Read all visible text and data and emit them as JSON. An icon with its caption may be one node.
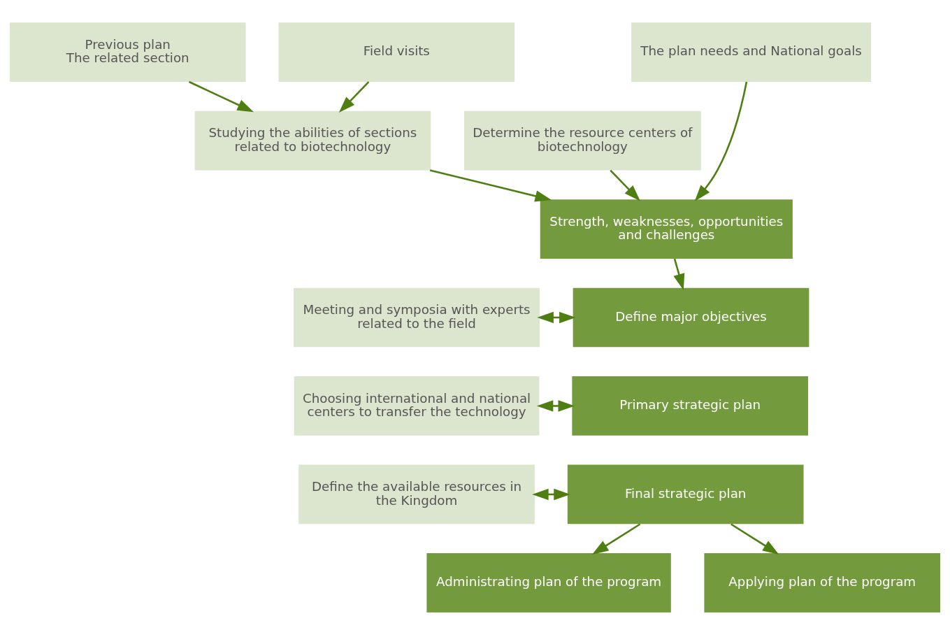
{
  "diagram": {
    "nodes": [
      {
        "text": [
          "Previous plan",
          "The related section"
        ]
      },
      {
        "text": [
          "Field visits"
        ]
      },
      {
        "text": [
          "The plan needs and National goals"
        ]
      },
      {
        "text": [
          "Studying the abilities of sections related to biotechnology"
        ]
      },
      {
        "text": [
          "Strength, weaknesses, opportunities and challenges"
        ]
      },
      {
        "text": [
          "Determine the resource centers of biotechnology"
        ]
      },
      {
        "text": [
          "Meeting and symposia with experts related to the field"
        ]
      },
      {
        "text": [
          "Define major objectives"
        ]
      },
      {
        "text": [
          "Choosing international and national centers to transfer the technology"
        ]
      },
      {
        "text": [
          "Primary strategic plan"
        ]
      },
      {
        "text": [
          "Define the available resources in the Kingdom"
        ]
      },
      {
        "text": [
          "Final strategic plan"
        ]
      },
      {
        "text": [
          "Administrating plan of the program"
        ]
      },
      {
        "text": [
          "Applying plan of the program"
        ]
      }
    ],
    "edges": [
      {
        "from": 0,
        "to": 3,
        "arrow": "to"
      },
      {
        "from": 1,
        "to": 3,
        "arrow": "to"
      },
      {
        "from": 2,
        "to": 4,
        "arrow": "to"
      },
      {
        "from": 3,
        "to": 4,
        "arrow": "to"
      },
      {
        "from": 5,
        "to": 4,
        "arrow": "to"
      },
      {
        "from": 4,
        "to": 7,
        "arrow": "to"
      },
      {
        "from": 6,
        "to": 7,
        "arrow": "both"
      },
      {
        "from": 8,
        "to": 9,
        "arrow": "both"
      },
      {
        "from": 10,
        "to": 11,
        "arrow": "both"
      },
      {
        "from": 11,
        "to": 12,
        "arrow": "to"
      },
      {
        "from": 11,
        "to": 13,
        "arrow": "to"
      }
    ]
  }
}
